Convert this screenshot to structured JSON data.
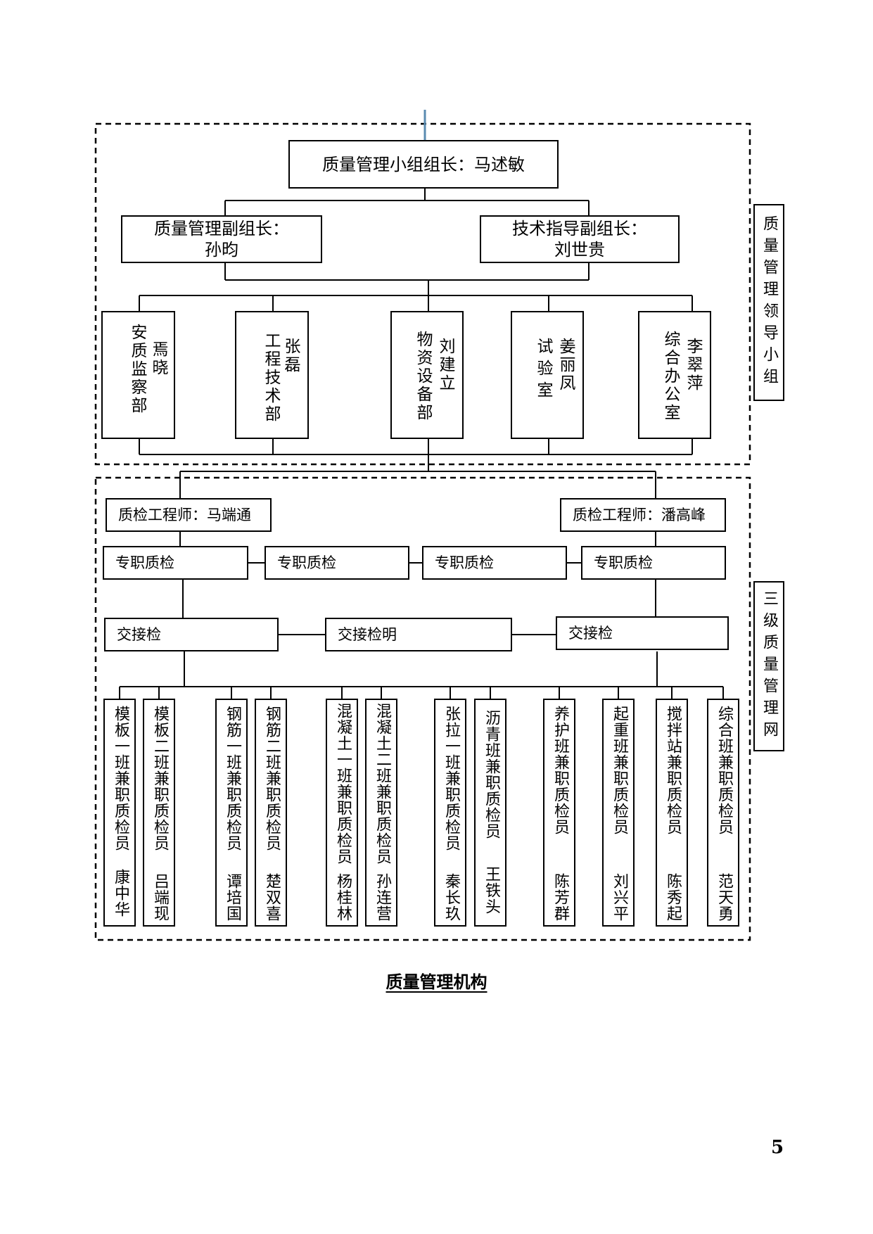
{
  "leader": "质量管理小组组长：马述敏",
  "deputies": [
    {
      "role": "质量管理副组长：",
      "name": "孙昀"
    },
    {
      "role": "技术指导副组长：",
      "name": "刘世贵"
    }
  ],
  "departments": [
    {
      "dept": "安质监察部",
      "person": "焉晓"
    },
    {
      "dept": "工程技术部",
      "person": "张磊"
    },
    {
      "dept": "物资设备部",
      "person": "刘建立"
    },
    {
      "dept": "试验室",
      "person": "姜丽凤"
    },
    {
      "dept": "综合办公室",
      "person": "李翠萍"
    }
  ],
  "side_labels": {
    "leadership": "质量管理领导小组",
    "network": "三级质量管理网"
  },
  "engineers": [
    "质检工程师：马端通",
    "质检工程师：潘高峰"
  ],
  "full_time": [
    "专职质检",
    "专职质检",
    "专职质检",
    "专职质检"
  ],
  "handover": [
    "交接检",
    "交接检明",
    "交接检"
  ],
  "teams": [
    {
      "role": "模板一班兼职质检员",
      "name": "康中华"
    },
    {
      "role": "模板二班兼职质检员",
      "name": "吕端现"
    },
    {
      "role": "钢筋一班兼职质检员",
      "name": "谭培国"
    },
    {
      "role": "钢筋二班兼职质检员",
      "name": "楚双喜"
    },
    {
      "role": "混凝土一班兼职质检员",
      "name": "杨桂林"
    },
    {
      "role": "混凝土二班兼职质检员",
      "name": "孙连营"
    },
    {
      "role": "张拉一班兼职质检员",
      "name": "秦长玖"
    },
    {
      "role": "沥青班兼职质检员",
      "name": "王铁头"
    },
    {
      "role": "养护班兼职质检员",
      "name": "陈芳群"
    },
    {
      "role": "起重班兼职质检员",
      "name": "刘兴平"
    },
    {
      "role": "搅拌站兼职质检员",
      "name": "陈秀起"
    },
    {
      "role": "综合班兼职质检员",
      "name": "范天勇"
    }
  ],
  "caption": "质量管理机构",
  "page_number": "5"
}
